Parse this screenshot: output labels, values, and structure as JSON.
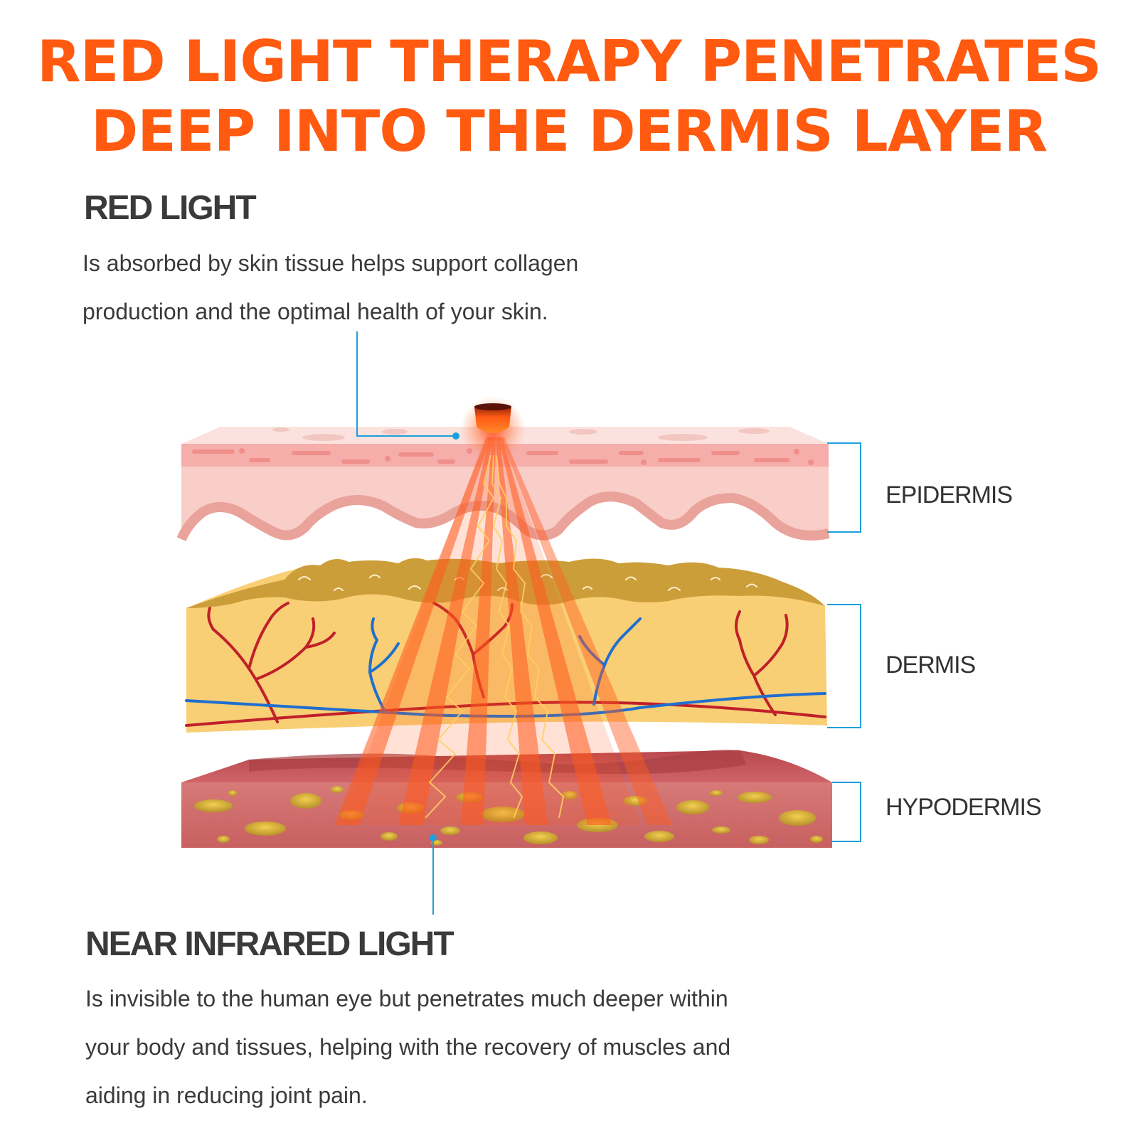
{
  "headline": {
    "line1": "RED LIGHT THERAPY PENETRATES",
    "line2": "DEEP INTO THE DERMIS LAYER"
  },
  "red_light": {
    "heading": "RED LIGHT",
    "line1": "Is absorbed by skin tissue helps support collagen",
    "line2": "production and the optimal health of your skin."
  },
  "near_infrared": {
    "heading": "NEAR INFRARED LIGHT",
    "line1": "Is invisible to the human eye but penetrates much deeper within",
    "line2": "your body and tissues, helping with the recovery of muscles and",
    "line3": "aiding in reducing joint pain."
  },
  "layers": {
    "epidermis": "EPIDERMIS",
    "dermis": "DERMIS",
    "hypodermis": "HYPODERMIS"
  },
  "colors": {
    "headline": "#ff5a10",
    "heading": "#3a3a3a",
    "body_text": "#3a3a3a",
    "label_text": "#333333",
    "callout_line": "#1e9fdc",
    "epidermis": "#f7c8c2",
    "dermis": "#f9cf76",
    "hypodermis": "#c85c5e",
    "light_beam": "#ff5a1e"
  }
}
